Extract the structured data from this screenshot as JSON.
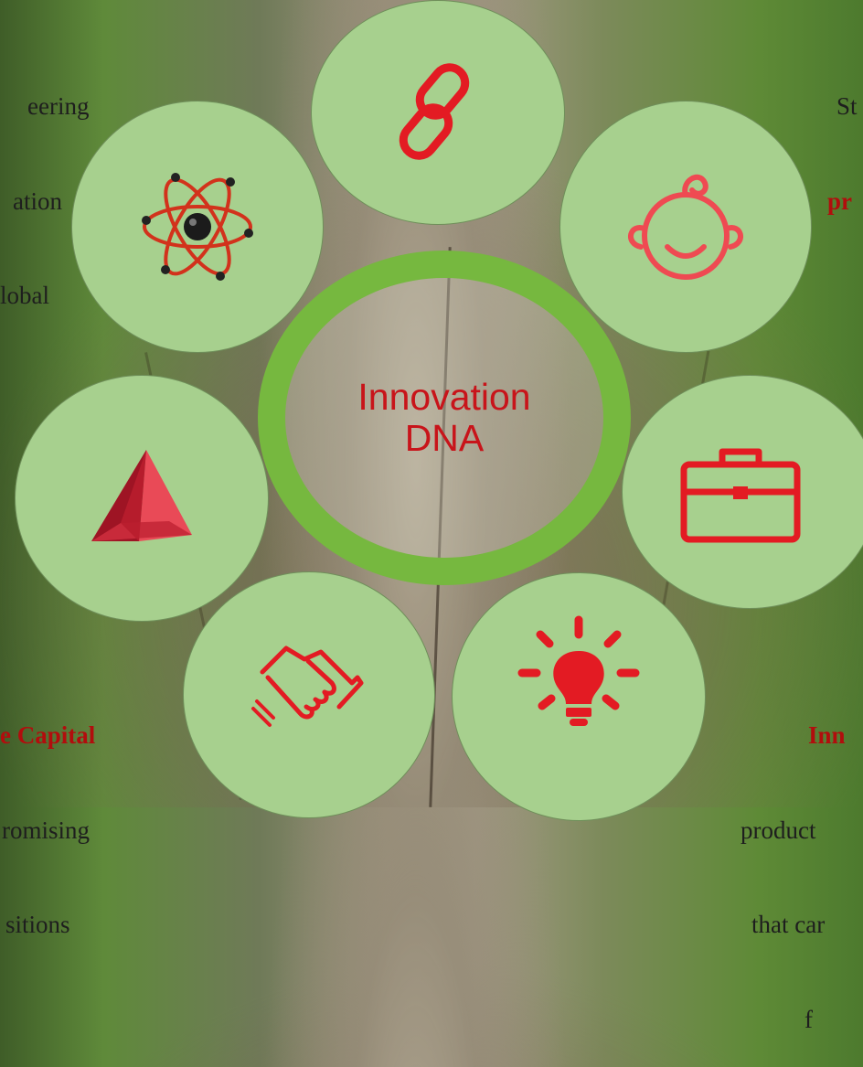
{
  "center": {
    "line1": "Innovation",
    "line2": "DNA"
  },
  "side_texts": {
    "top_left": [
      "eering",
      "ation",
      "lobal"
    ],
    "top_right_line1": "St",
    "top_right_line2": "pr",
    "bottom_left_line1": "e Capital",
    "bottom_left_line2": "romising",
    "bottom_left_line3": "sitions",
    "bottom_right_line1": "Inn",
    "bottom_right_line2": "product",
    "bottom_right_line3": "that car",
    "bottom_right_line4": "f"
  },
  "icons": [
    "chain-link",
    "atom",
    "baby-face",
    "triangle-logo",
    "briefcase",
    "handshake",
    "lightbulb"
  ],
  "colors": {
    "node_fill": "#a7d08e",
    "ring": "#76b83f",
    "icon_red": "#e31b23",
    "text_red": "#b20d0d"
  }
}
